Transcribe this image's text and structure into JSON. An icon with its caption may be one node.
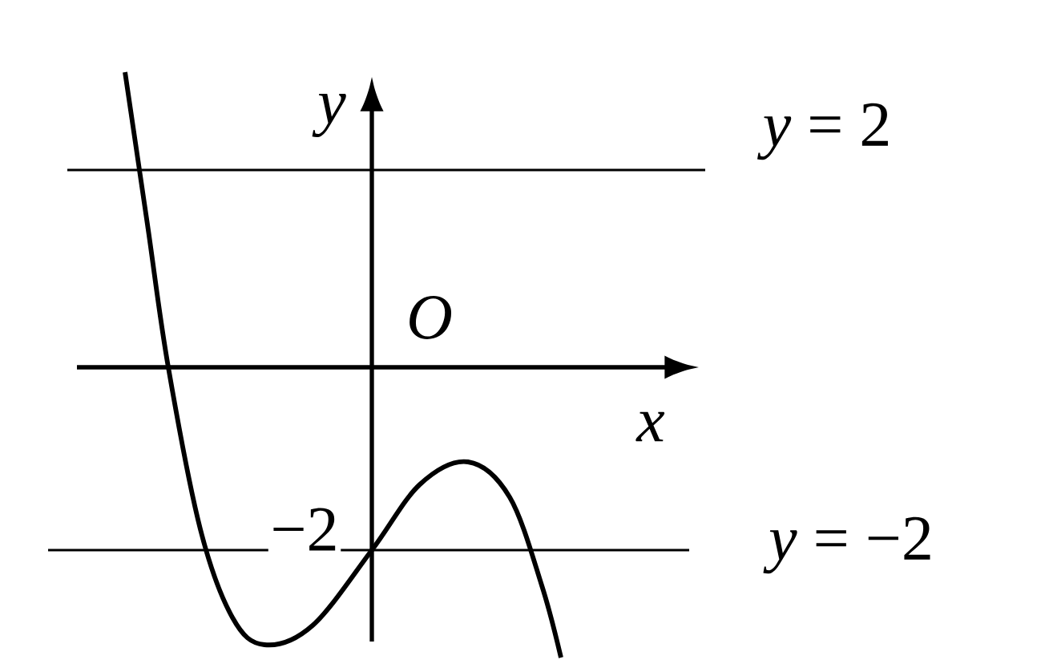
{
  "diagram": {
    "labels": [
      "y",
      "*y* = 2",
      "O",
      "x",
      "−2",
      "*y* = −2"
    ]
  }
}
